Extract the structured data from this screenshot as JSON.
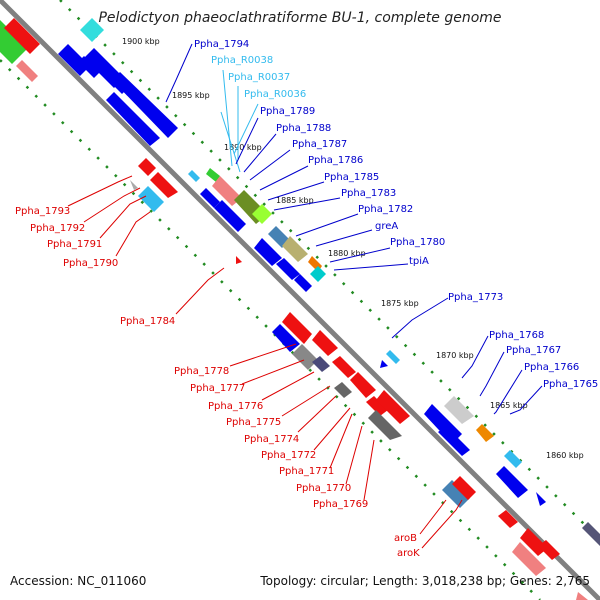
{
  "title": "Pelodictyon phaeoclathratiforme BU-1, complete genome",
  "footer": {
    "accession": "Accession: NC_011060",
    "topology": "Topology: circular; Length: 3,018,238 bp; Genes: 2,765"
  },
  "colors": {
    "backbone": "#808080",
    "forward_label": "#0000cc",
    "rna_label": "#33bbee",
    "reverse_label": "#dd0000",
    "tick": "#228b22"
  },
  "ticks": [
    "1900 kbp",
    "1895 kbp",
    "1890 kbp",
    "1885 kbp",
    "1880 kbp",
    "1875 kbp",
    "1870 kbp",
    "1865 kbp",
    "1860 kbp"
  ],
  "forward_labels": [
    "Ppha_1794",
    "Ppha_R0038",
    "Ppha_R0037",
    "Ppha_R0036",
    "Ppha_1789",
    "Ppha_1788",
    "Ppha_1787",
    "Ppha_1786",
    "Ppha_1785",
    "Ppha_1783",
    "Ppha_1782",
    "greA",
    "Ppha_1780",
    "tpiA",
    "Ppha_1773",
    "Ppha_1768",
    "Ppha_1767",
    "Ppha_1766",
    "Ppha_1765"
  ],
  "reverse_labels": [
    "Ppha_1793",
    "Ppha_1792",
    "Ppha_1791",
    "Ppha_1790",
    "Ppha_1784",
    "Ppha_1778",
    "Ppha_1777",
    "Ppha_1776",
    "Ppha_1775",
    "Ppha_1774",
    "Ppha_1772",
    "Ppha_1771",
    "Ppha_1770",
    "Ppha_1769",
    "aroB",
    "aroK"
  ]
}
